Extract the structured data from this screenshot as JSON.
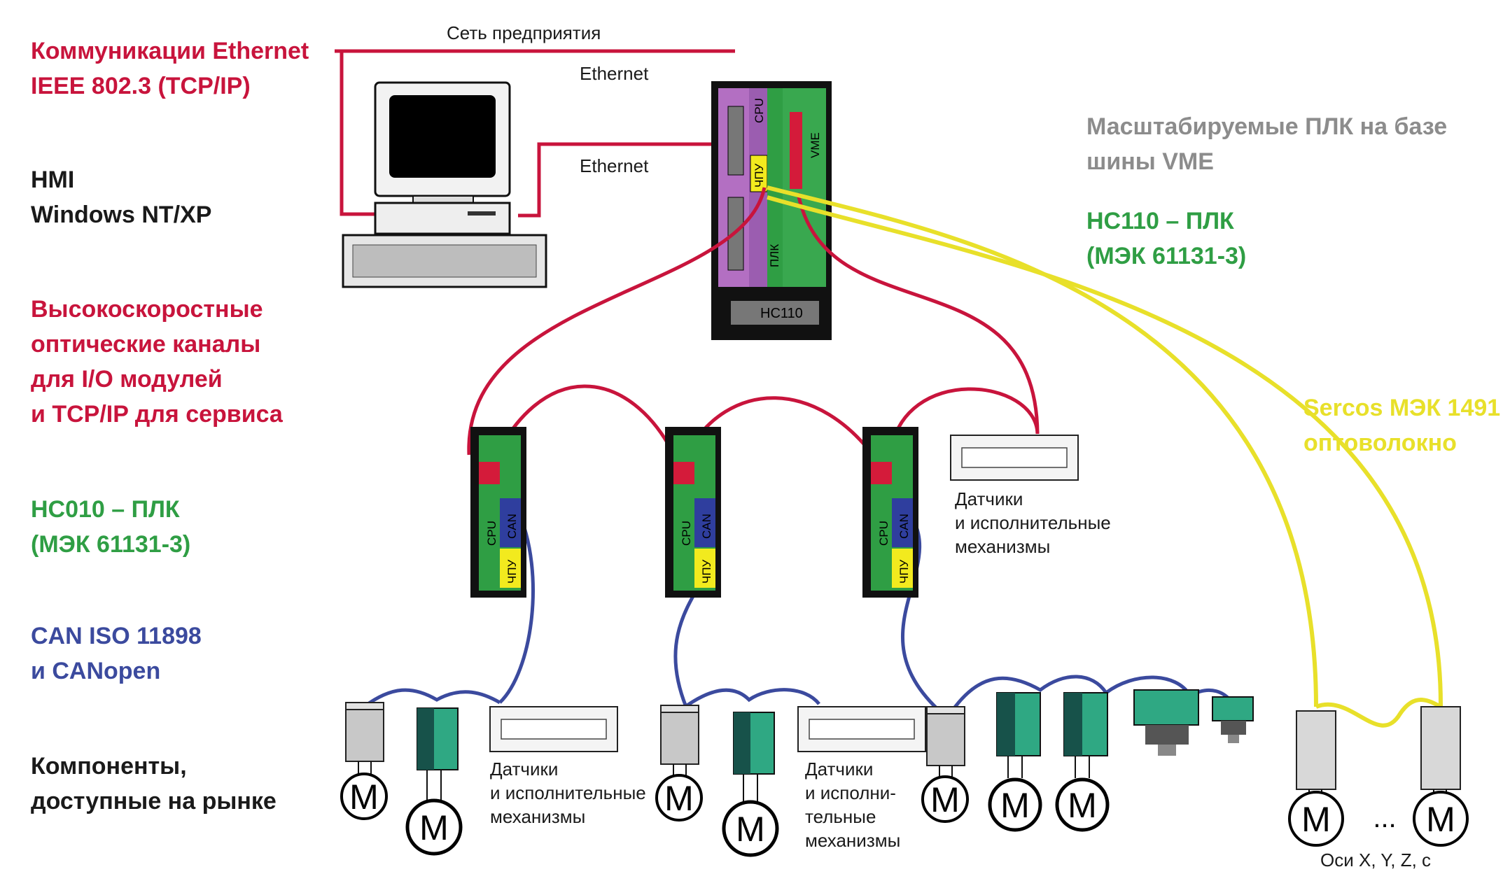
{
  "colors": {
    "ethernet": "#c8143c",
    "optical": "#c8143c",
    "sercos": "#e8e02a",
    "can": "#3b4a9e",
    "plc_green": "#2f9e44",
    "hmi_black": "#1a1a1a",
    "vme_gray": "#8c8c8c"
  },
  "left_labels": {
    "ethernet": [
      "Коммуникации Ethernet",
      "IEEE 802.3 (TCP/IP)"
    ],
    "hmi": [
      "HMI",
      "Windows NT/XP"
    ],
    "optical": [
      "Высокоскоростные",
      "оптические каналы",
      "для I/O модулей",
      "и TCP/IP для сервиса"
    ],
    "hc010": [
      "HC010 – ПЛК",
      "(МЭК 61131-3)"
    ],
    "can": [
      "CAN ISO 11898",
      "и CANopen"
    ],
    "components": [
      "Компоненты,",
      "доступные на рынке"
    ]
  },
  "right_labels": {
    "vme": [
      "Масштабируемые ПЛК на базе",
      "шины VME"
    ],
    "hc110": [
      "HC110 – ПЛК",
      "(МЭК 61131-3)"
    ],
    "sercos": [
      "Sercos МЭК 1491",
      "оптоволокно"
    ]
  },
  "network": {
    "enterprise": "Сеть предприятия",
    "ethernet_top": "Ethernet",
    "ethernet_bottom": "Ethernet"
  },
  "hc110_rack": {
    "name": "HC110",
    "cpu": "CPU",
    "cnc": "ЧПУ",
    "plc": "ПЛК",
    "vme": "VME"
  },
  "hc010_module": {
    "cpu": "CPU",
    "can": "CAN",
    "cnc": "ЧПУ"
  },
  "sensors_top": [
    "Датчики",
    "и исполнительные",
    "механизмы"
  ],
  "sensors_1": [
    "Датчики",
    "и исполнительные",
    "механизмы"
  ],
  "sensors_2": [
    "Датчики",
    "и исполни-",
    "тельные",
    "механизмы"
  ],
  "motor_label": "M",
  "ellipsis": "...",
  "axes": "Оси X, Y, Z, c"
}
